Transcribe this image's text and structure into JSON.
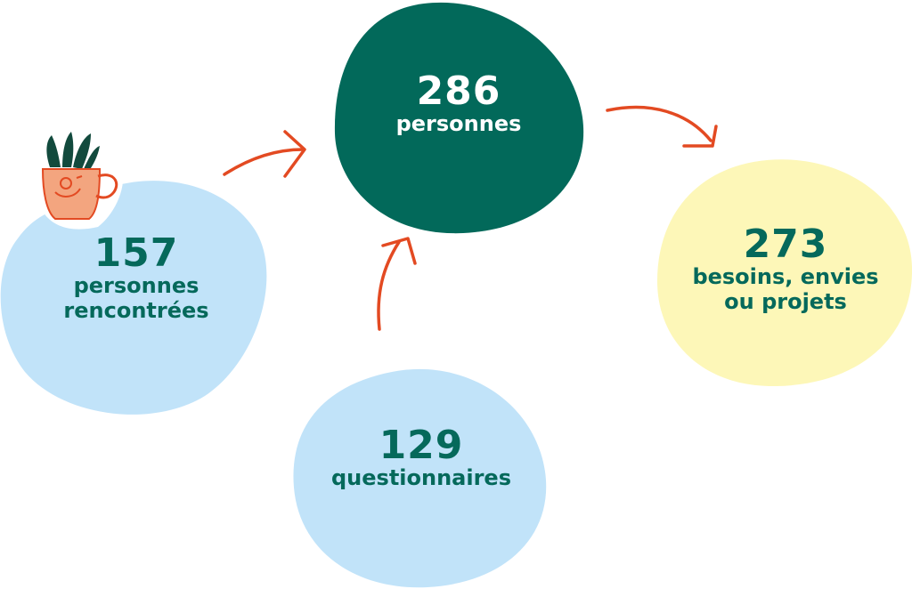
{
  "colors": {
    "light_blue": "#c1e3f9",
    "dark_green": "#02695a",
    "light_yellow": "#fdf7b8",
    "arrow_orange": "#e34a22",
    "text_green": "#05695b",
    "text_white": "#ffffff"
  },
  "nodes": {
    "rencontrees": {
      "number": "157",
      "line1": "personnes",
      "line2": "rencontrées"
    },
    "questionnaires": {
      "number": "129",
      "line1": "questionnaires"
    },
    "personnes": {
      "number": "286",
      "line1": "personnes"
    },
    "besoins": {
      "number": "273",
      "line1": "besoins, envies",
      "line2": "ou projets"
    }
  },
  "icons": {
    "mascot": "cup-with-plant-icon",
    "arrow": "hand-drawn-arrow-icon"
  }
}
